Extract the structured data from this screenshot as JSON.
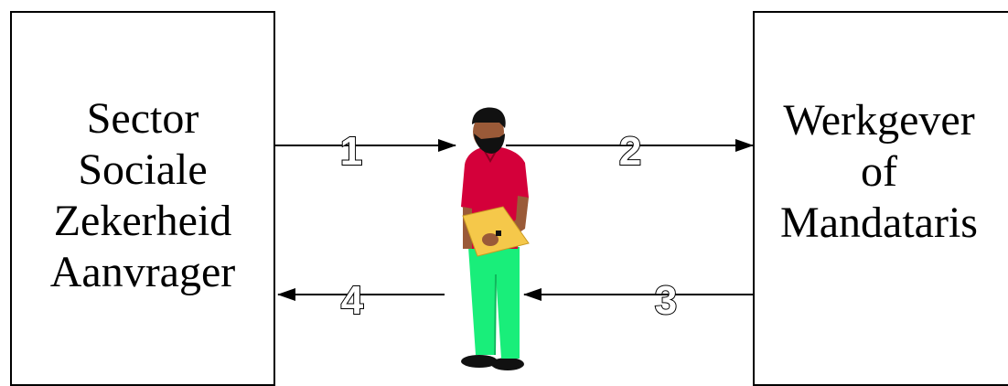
{
  "left_box": {
    "lines": [
      "Sector",
      "Sociale",
      "Zekerheid",
      "Aanvrager"
    ]
  },
  "right_box": {
    "lines": [
      "Werkgever",
      "of",
      "Mandataris"
    ]
  },
  "steps": [
    "1",
    "2",
    "3",
    "4"
  ],
  "figure": {
    "icon": "person-holding-folder-icon",
    "shirt_color": "#d4003a",
    "pants_color": "#19ee7a",
    "folder_color": "#f5c84a",
    "skin_color": "#9a5a38"
  }
}
